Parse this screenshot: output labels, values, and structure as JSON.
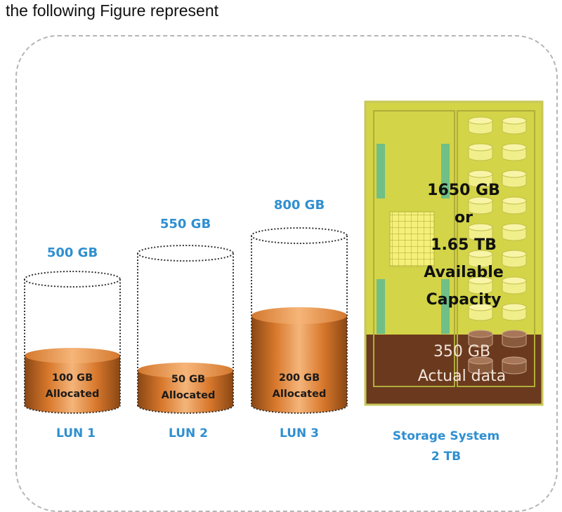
{
  "heading": "the following Figure represent",
  "luns": [
    {
      "name": "LUN 1",
      "capacity": "500 GB",
      "allocated_value": "100 GB",
      "allocated_word": "Allocated"
    },
    {
      "name": "LUN 2",
      "capacity": "550 GB",
      "allocated_value": "50 GB",
      "allocated_word": "Allocated"
    },
    {
      "name": "LUN 3",
      "capacity": "800 GB",
      "allocated_value": "200 GB",
      "allocated_word": "Allocated"
    }
  ],
  "storage": {
    "name": "Storage System",
    "size": "2 TB",
    "available_lines": [
      "1650 GB",
      "or",
      "1.65 TB",
      "Available",
      "Capacity"
    ],
    "actual_lines": [
      "350 GB",
      "Actual data"
    ]
  },
  "colors": {
    "label_blue": "#2f8fd1",
    "cylinder_orange": "#e08a3e",
    "available_yellow": "#d9d84a",
    "actual_brown": "#6e3a1f"
  }
}
